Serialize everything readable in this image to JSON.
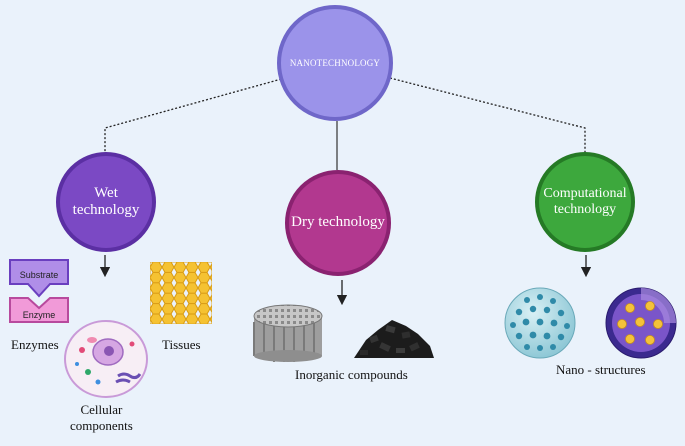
{
  "root": {
    "label": "NANOTECHNOLOGY"
  },
  "branches": {
    "wet": {
      "label": "Wet technology"
    },
    "dry": {
      "label": "Dry technology"
    },
    "computational": {
      "label": "Computational technology"
    }
  },
  "examples": {
    "substrate": "Substrate",
    "enzyme": "Enzyme",
    "enzymes": "Enzymes",
    "tissues": "Tissues",
    "cellular_line1": "Cellular",
    "cellular_line2": "components",
    "inorganic": "Inorganic compounds",
    "nano": "Nano - structures"
  },
  "colors": {
    "background": "#eaf2fb",
    "root": "#9b93ea",
    "wet": "#7b49c4",
    "dry": "#b2388f",
    "computational": "#3da83d",
    "enzyme_pink": "#f19ad8",
    "tissue_yellow": "#f5c232"
  }
}
